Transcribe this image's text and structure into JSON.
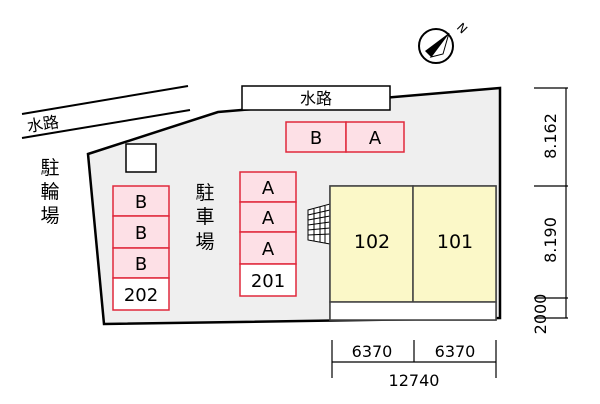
{
  "compass": {
    "north_label": "N"
  },
  "waterways": {
    "top_label": "水路",
    "left_label": "水路"
  },
  "bicycle_parking": {
    "chars": [
      "駐",
      "輪",
      "場"
    ]
  },
  "car_parking": {
    "chars": [
      "駐",
      "車",
      "場"
    ]
  },
  "parking_spaces": {
    "top_row": [
      "B",
      "A"
    ],
    "left_column": [
      "B",
      "B",
      "B",
      "202"
    ],
    "middle_column": [
      "A",
      "A",
      "A",
      "201"
    ]
  },
  "units": {
    "left": "102",
    "right": "101"
  },
  "dimensions": {
    "bottom_left": "6370",
    "bottom_right": "6370",
    "bottom_total": "12740",
    "right_top": "8.162",
    "right_middle": "8.190",
    "right_bottom": "2000"
  },
  "colors": {
    "parking_fill": "#fde0e6",
    "parking_stroke": "#e0283c",
    "lot_fill": "#efefef",
    "building_fill": "#fbf8c8",
    "building_stroke": "#404040"
  }
}
